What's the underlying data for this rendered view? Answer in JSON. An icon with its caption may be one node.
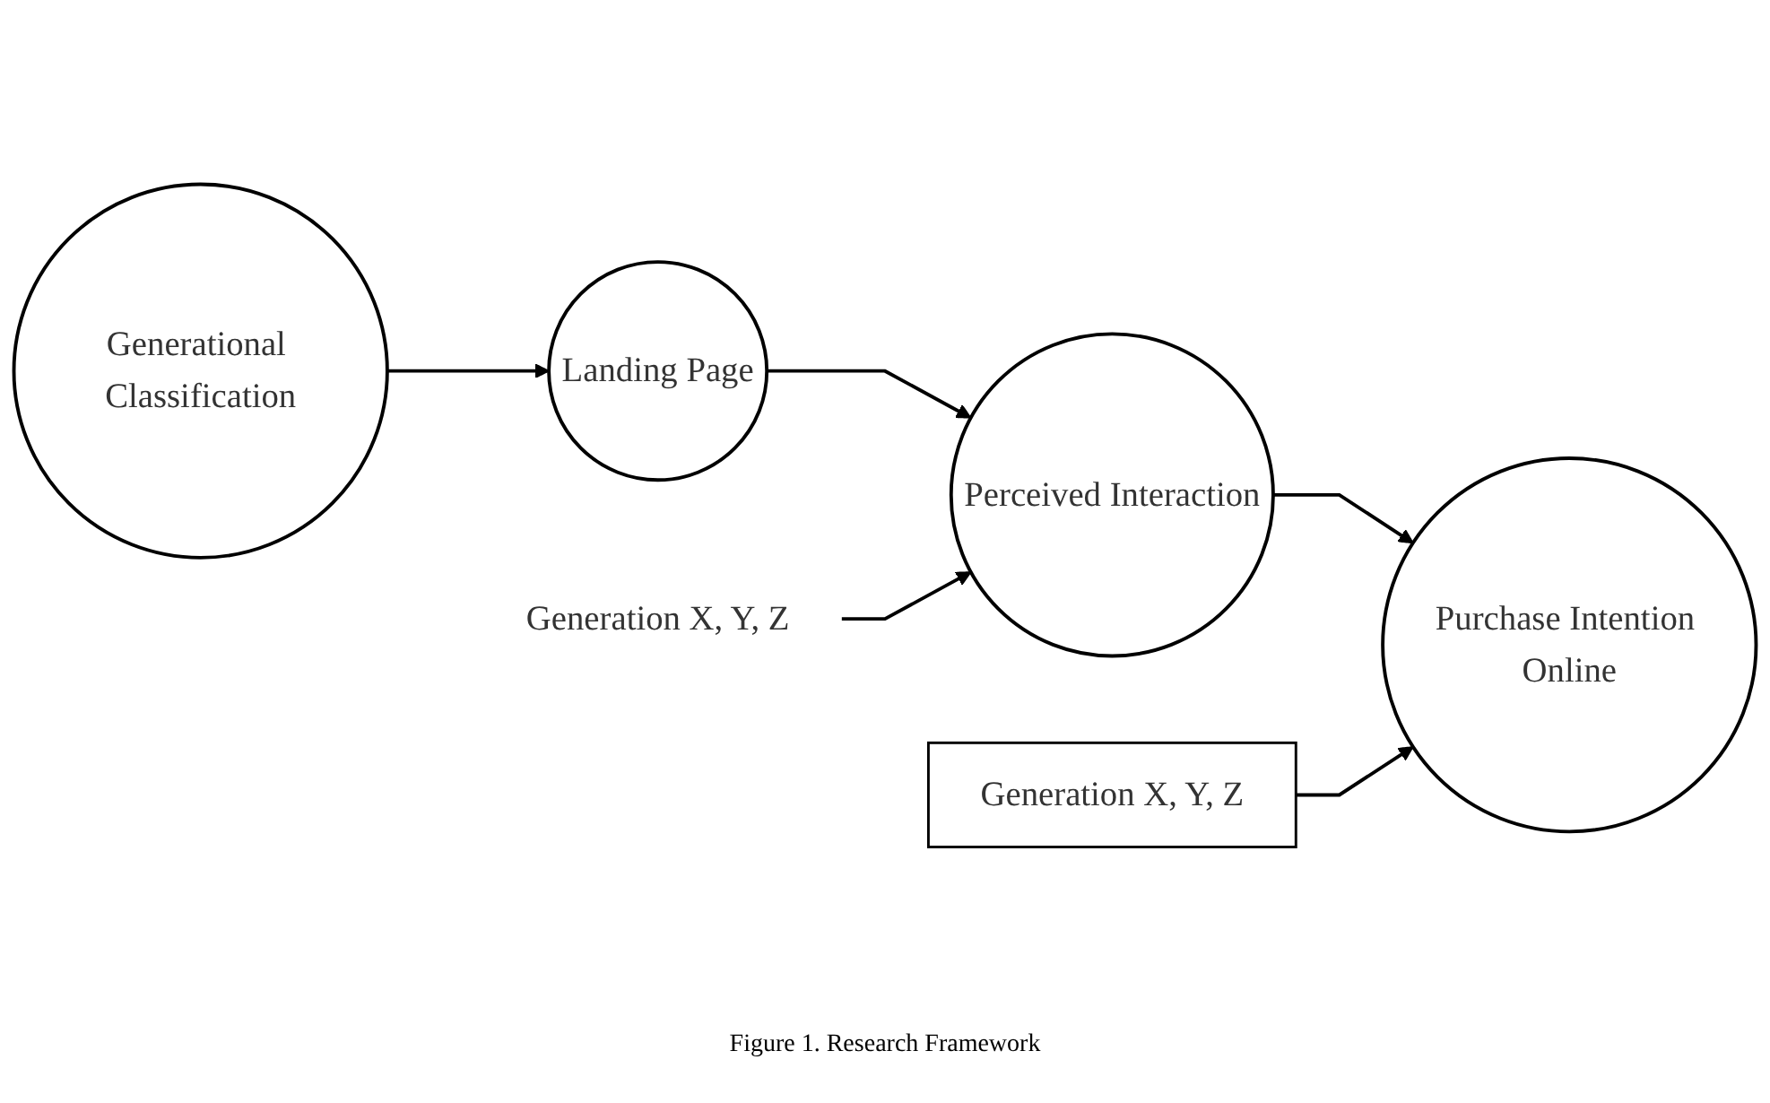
{
  "diagram": {
    "caption": "Figure 1. Research Framework",
    "nodes": [
      {
        "text": [
          "Generational Classification"
        ]
      },
      {
        "text": [
          "Landing Page"
        ]
      },
      {
        "text": [
          "Perceived Interaction"
        ]
      },
      {
        "text": [
          "Generation X, Y, Z"
        ]
      },
      {
        "text": [
          "Generation X, Y, Z"
        ]
      },
      {
        "text": [
          "Purchase Intention Online"
        ]
      }
    ],
    "edges": [
      {
        "from": 0,
        "to": 1,
        "arrow": "to"
      },
      {
        "from": 1,
        "to": 2,
        "arrow": "to"
      },
      {
        "from": 3,
        "to": 2,
        "arrow": "to"
      },
      {
        "from": 2,
        "to": 5,
        "arrow": "to"
      },
      {
        "from": 4,
        "to": 5,
        "arrow": "to"
      }
    ]
  }
}
